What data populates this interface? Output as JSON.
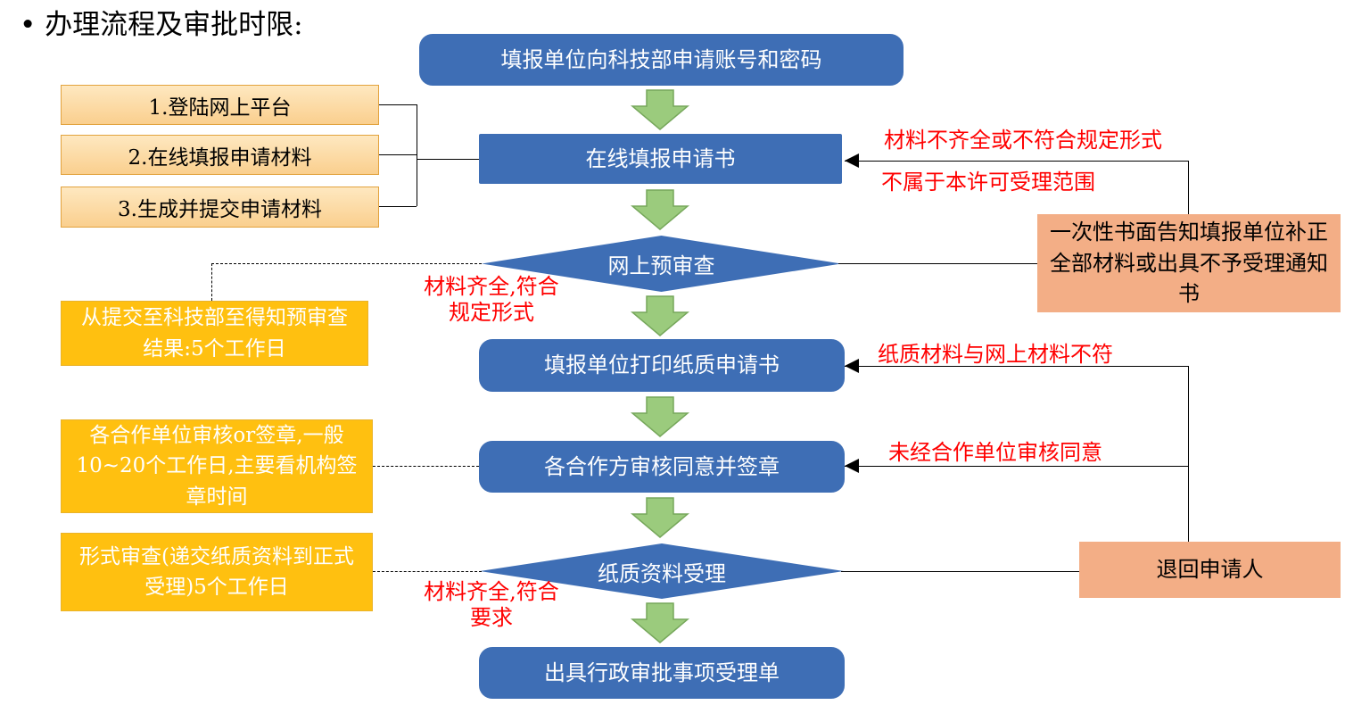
{
  "title": "• 办理流程及审批时限:",
  "flow": {
    "steps": [
      "填报单位向科技部申请账号和密码",
      "在线填报申请书",
      "网上预审查",
      "填报单位打印纸质申请书",
      "各合作方审核同意并签章",
      "纸质资料受理",
      "出具行政审批事项受理单"
    ]
  },
  "substeps": [
    "1.登陆网上平台",
    "2.在线填报申请材料",
    "3.生成并提交申请材料"
  ],
  "timing_notes": [
    "从提交至科技部至得知预审查结果:5个工作日",
    "各合作单位审核or签章,一般10~20个工作日,主要看机构签章时间",
    "形式审查(递交纸质资料到正式受理)5个工作日"
  ],
  "outcomes": [
    "一次性书面告知填报单位补正全部材料或出具不予受理通知书",
    "退回申请人"
  ],
  "labels": {
    "reject_incomplete": "材料不齐全或不符合规定形式",
    "reject_scope": "不属于本许可受理范围",
    "pass_precheck": "材料齐全,符合规定形式",
    "reject_mismatch": "纸质材料与网上材料不符",
    "reject_unapproved": "未经合作单位审核同意",
    "pass_acceptance": "材料齐全,符合要求"
  },
  "colors": {
    "node_blue": "#3E6EB5",
    "arrow_green": "#9BCB7D",
    "note_gold": "#FFC010",
    "outcome_salmon": "#F3AE86",
    "warning_red": "#FF0000"
  }
}
